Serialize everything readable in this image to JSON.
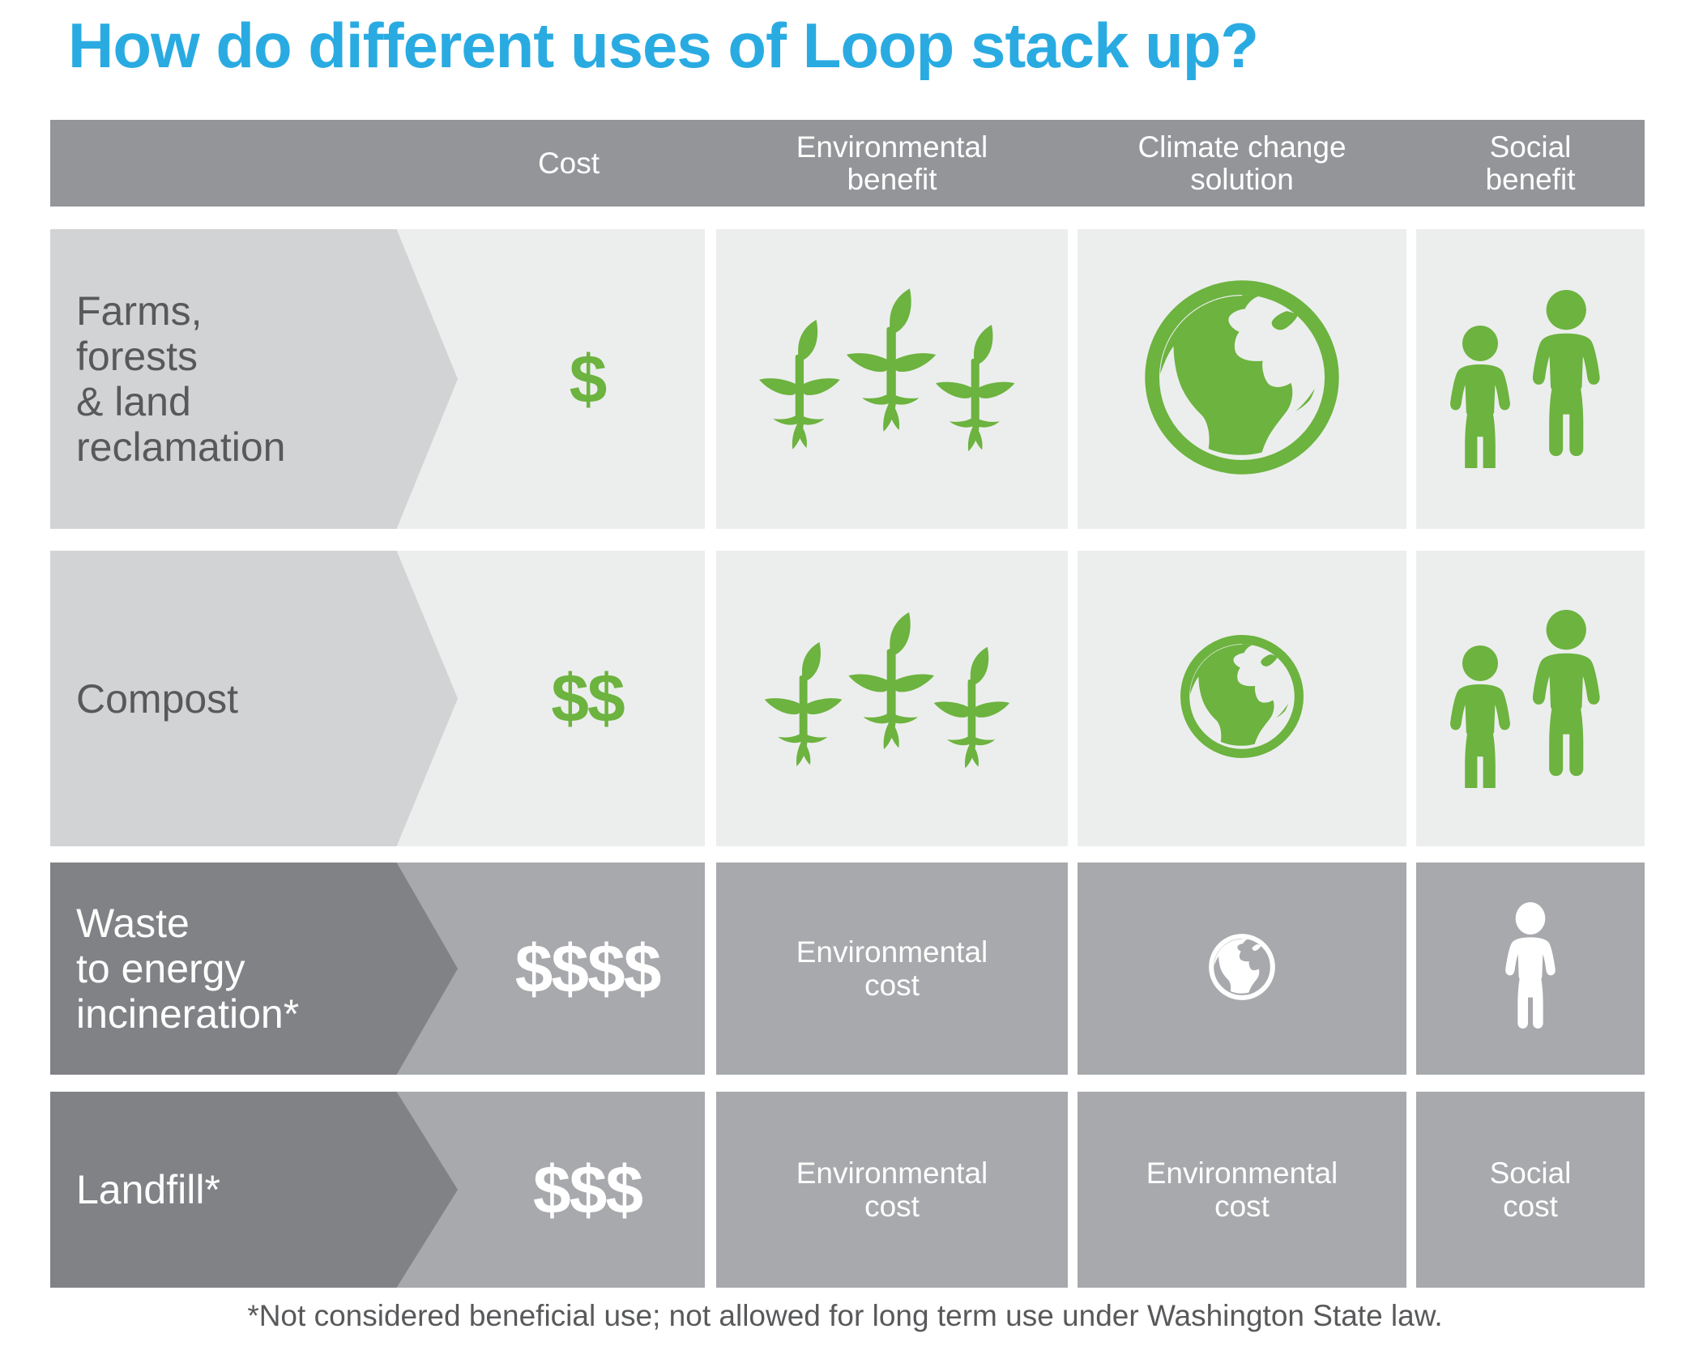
{
  "title": "How do different uses of Loop stack up?",
  "colors": {
    "title_blue": "#29abe2",
    "header_gray": "#939598",
    "light_label_gray": "#d1d3d4",
    "light_cell_gray": "#eceeed",
    "dark_label_gray": "#808285",
    "dark_cell_gray": "#a7a9ac",
    "green": "#6cb33f",
    "white": "#ffffff",
    "text_gray": "#58595b"
  },
  "header": {
    "columns": [
      {
        "label": "",
        "name": "use-type"
      },
      {
        "label": "Cost",
        "name": "cost"
      },
      {
        "label": "Environmental\nbenefit",
        "name": "environmental-benefit"
      },
      {
        "label": "Climate change\nsolution",
        "name": "climate-change-solution"
      },
      {
        "label": "Social\nbenefit",
        "name": "social-benefit"
      }
    ]
  },
  "rows": [
    {
      "label": "Farms,\nforests\n& land\nreclamation",
      "tone": "light",
      "cost": "$",
      "cost_count": 1,
      "environmental": {
        "type": "icon",
        "icon": "three-plants-icon",
        "count": 3,
        "size": "large",
        "text": ""
      },
      "climate": {
        "type": "icon",
        "icon": "globe-icon",
        "size": "large",
        "text": ""
      },
      "social": {
        "type": "icon",
        "icon": "two-people-icon",
        "count": 2,
        "size": "large",
        "text": ""
      }
    },
    {
      "label": "Compost",
      "tone": "light",
      "cost": "$$",
      "cost_count": 2,
      "environmental": {
        "type": "icon",
        "icon": "three-plants-icon",
        "count": 3,
        "size": "medium",
        "text": ""
      },
      "climate": {
        "type": "icon",
        "icon": "globe-icon",
        "size": "small",
        "text": ""
      },
      "social": {
        "type": "icon",
        "icon": "two-people-icon",
        "count": 2,
        "size": "large",
        "text": ""
      }
    },
    {
      "label": "Waste\nto energy\nincineration*",
      "tone": "dark",
      "cost": "$$$$",
      "cost_count": 4,
      "environmental": {
        "type": "text",
        "icon": "",
        "text": "Environmental\ncost"
      },
      "climate": {
        "type": "icon",
        "icon": "globe-icon",
        "size": "tiny",
        "text": ""
      },
      "social": {
        "type": "icon",
        "icon": "one-person-icon",
        "count": 1,
        "size": "medium",
        "text": ""
      }
    },
    {
      "label": "Landfill*",
      "tone": "dark",
      "cost": "$$$",
      "cost_count": 3,
      "environmental": {
        "type": "text",
        "icon": "",
        "text": "Environmental\ncost"
      },
      "climate": {
        "type": "text",
        "icon": "",
        "text": "Environmental\ncost"
      },
      "social": {
        "type": "text",
        "icon": "",
        "text": "Social\ncost"
      }
    }
  ],
  "footnote": "*Not considered beneficial use; not allowed for long term use under Washington State law."
}
